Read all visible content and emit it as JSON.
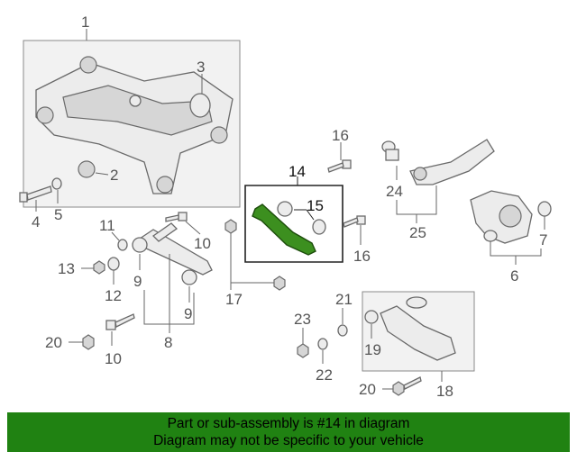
{
  "callouts": {
    "c1": "1",
    "c2": "2",
    "c3": "3",
    "c4": "4",
    "c5": "5",
    "c6": "6",
    "c7": "7",
    "c8": "8",
    "c9a": "9",
    "c9b": "9",
    "c10a": "10",
    "c10b": "10",
    "c11": "11",
    "c12": "12",
    "c13": "13",
    "c14": "14",
    "c15": "15",
    "c16a": "16",
    "c16b": "16",
    "c17": "17",
    "c18": "18",
    "c19": "19",
    "c20a": "20",
    "c20b": "20",
    "c21": "21",
    "c22": "22",
    "c23": "23",
    "c24": "24",
    "c25": "25"
  },
  "highlight": {
    "part_number": "14",
    "color": "#3c8f1f"
  },
  "banner": {
    "background": "#208212",
    "line1": "Part or sub-assembly is #14 in diagram",
    "line2": "Diagram may not be specific to your vehicle"
  }
}
